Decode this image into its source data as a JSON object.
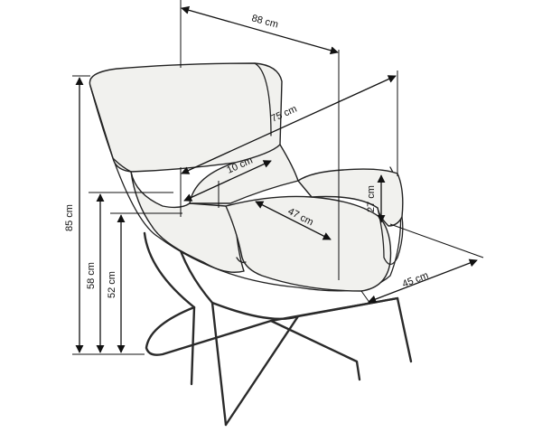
{
  "dimensions": {
    "width": "88 cm",
    "diagonal": "75 cm",
    "armrest_gap": "10 cm",
    "seat_depth": "47 cm",
    "armrest_height_above_seat": "27 cm",
    "total_height": "85 cm",
    "armrest_height": "58 cm",
    "seat_height": "52 cm",
    "seat_width": "45 cm"
  },
  "colors": {
    "line": "#111111",
    "upholstery": "#f1f1ee",
    "frame": "#2a2a2a"
  }
}
